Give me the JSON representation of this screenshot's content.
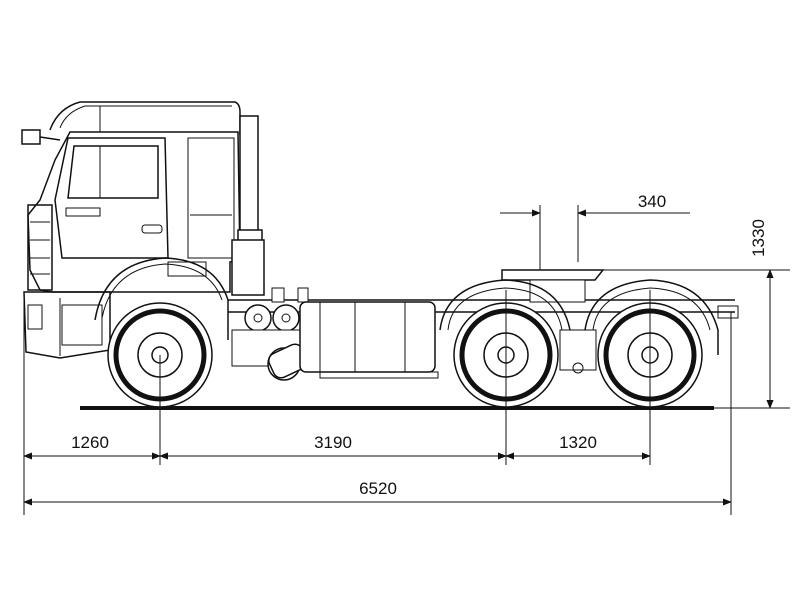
{
  "dimensions": {
    "front_overhang": "1260",
    "wheelbase_front_to_rear": "3190",
    "rear_axle_spacing": "1320",
    "overall_length": "6520",
    "fifth_wheel_offset": "340",
    "fifth_wheel_height": "1330"
  },
  "colors": {
    "ink": "#111111",
    "background": "#ffffff"
  }
}
